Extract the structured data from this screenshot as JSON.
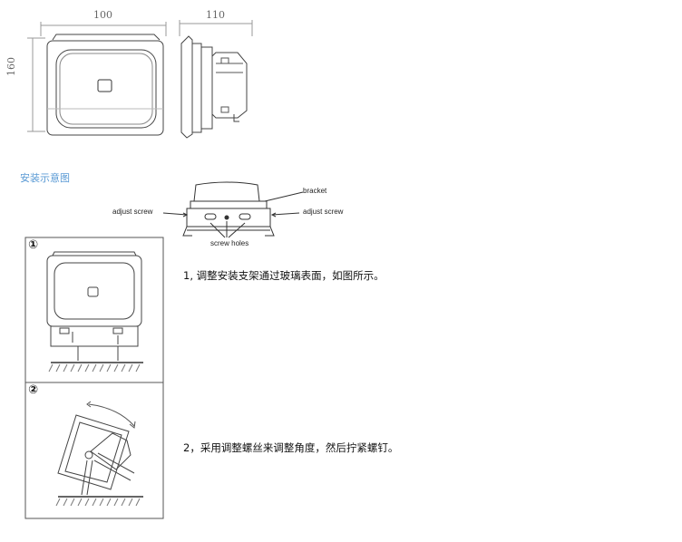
{
  "dimensions": {
    "front_width": "100",
    "side_width": "110",
    "front_height": "160"
  },
  "section_title": "安装示意图",
  "callouts": {
    "bracket": "bracket",
    "adjust_left": "adjust screw",
    "adjust_right": "adjust screw",
    "screw_holes": "screw holes"
  },
  "steps": [
    {
      "badge": "①",
      "text": "1, 调整安装支架通过玻璃表面，如图所示。"
    },
    {
      "badge": "②",
      "text": "2，采用调整螺丝来调整角度，然后拧紧螺钉。"
    }
  ]
}
